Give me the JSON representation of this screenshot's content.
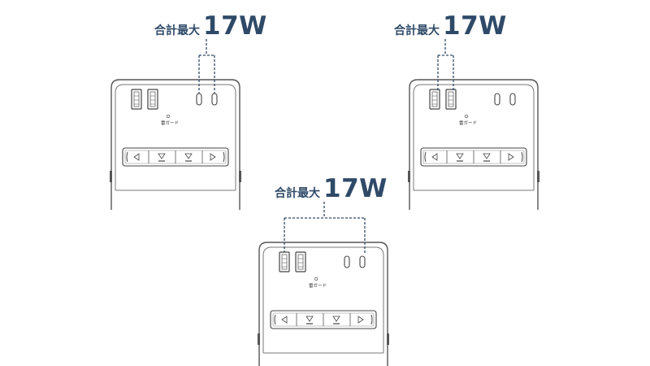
{
  "units": [
    {
      "label_prefix": "合計最大",
      "label_value": "17W",
      "highlight": "usb-c-ports",
      "guard_label": "雷ガード"
    },
    {
      "label_prefix": "合計最大",
      "label_value": "17W",
      "highlight": "usb-a-ports",
      "guard_label": "雷ガード"
    },
    {
      "label_prefix": "合計最大",
      "label_value": "17W",
      "highlight": "all-ports",
      "guard_label": "雷ガード"
    }
  ],
  "colors": {
    "accent": "#2f4a68",
    "outline": "#555555"
  }
}
